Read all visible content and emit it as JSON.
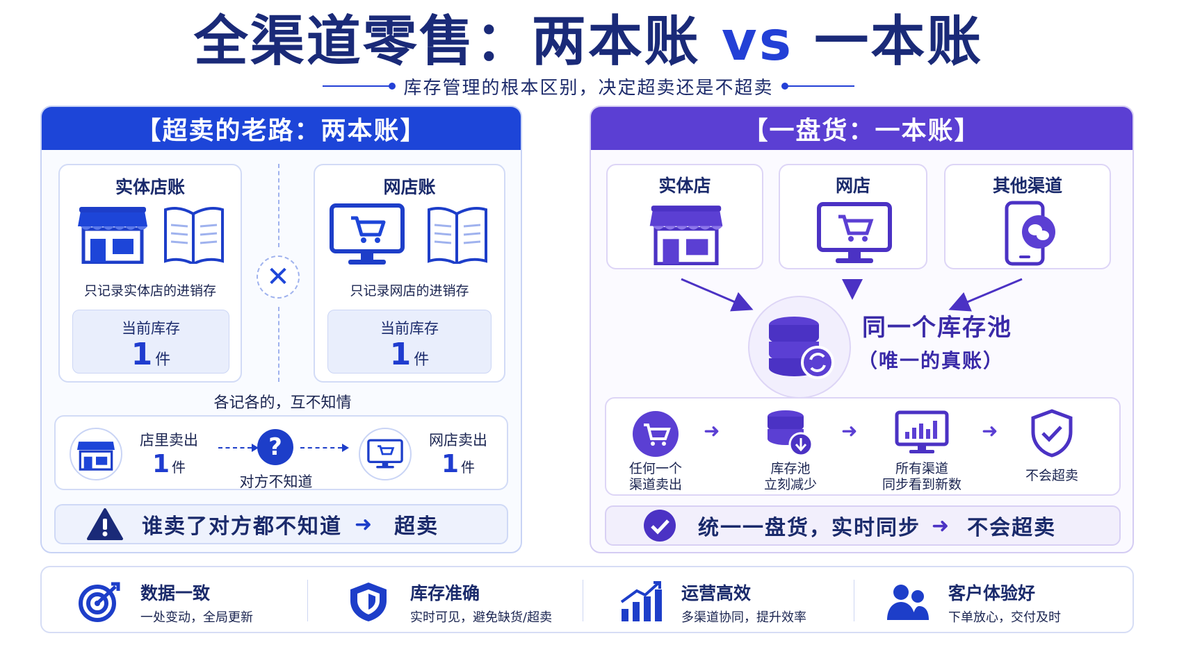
{
  "title": {
    "main": "全渠道零售：两本账",
    "vs": "vs",
    "tail": "一本账",
    "subtitle": "库存管理的根本区别，决定超卖还是不超卖"
  },
  "left": {
    "header": "【超卖的老路：两本账】",
    "store_box": {
      "title": "实体店账",
      "desc": "只记录实体店的进销存",
      "inv_label": "当前库存",
      "inv_value": "1",
      "inv_unit": "件"
    },
    "online_box": {
      "title": "网店账",
      "desc": "只记录网店的进销存",
      "inv_label": "当前库存",
      "inv_value": "1",
      "inv_unit": "件"
    },
    "separator_mark": "✕",
    "caption": "各记各的，互不知情",
    "flow": {
      "store_sold_label": "店里卖出",
      "store_sold_value": "1",
      "store_sold_unit": "件",
      "question": "?",
      "unknown": "对方不知道",
      "online_sold_label": "网店卖出",
      "online_sold_value": "1",
      "online_sold_unit": "件"
    },
    "warning": {
      "text": "谁卖了对方都不知道",
      "arrow": "➜",
      "result": "超卖"
    }
  },
  "right": {
    "header": "【一盘货：一本账】",
    "channels": [
      "实体店",
      "网店",
      "其他渠道"
    ],
    "pool_title": "同一个库存池",
    "pool_sub": "（唯一的真账）",
    "steps": [
      {
        "line1": "任何一个",
        "line2": "渠道卖出"
      },
      {
        "line1": "库存池",
        "line2": "立刻减少"
      },
      {
        "line1": "所有渠道",
        "line2": "同步看到新数"
      },
      {
        "line1": "不会超卖",
        "line2": ""
      }
    ],
    "step_arrow": "➜",
    "conclusion": {
      "text": "统一一盘货，实时同步",
      "arrow": "➜",
      "result": "不会超卖"
    }
  },
  "features": [
    {
      "title": "数据一致",
      "desc": "一处变动，全局更新",
      "icon": "target-icon"
    },
    {
      "title": "库存准确",
      "desc": "实时可见，避免缺货/超卖",
      "icon": "shield-icon"
    },
    {
      "title": "运营高效",
      "desc": "多渠道协同，提升效率",
      "icon": "growth-chart-icon"
    },
    {
      "title": "客户体验好",
      "desc": "下单放心，交付及时",
      "icon": "users-icon"
    }
  ],
  "colors": {
    "blue": "#1d45d8",
    "purple": "#5b3fd3",
    "navy": "#1a2a78"
  }
}
